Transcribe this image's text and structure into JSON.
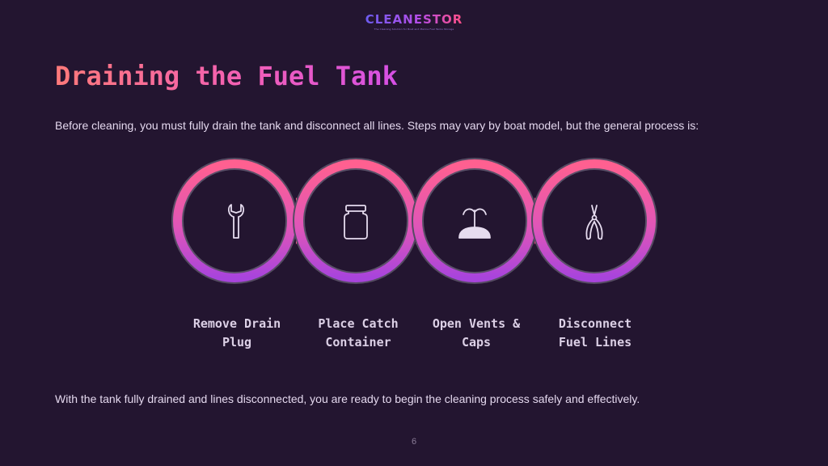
{
  "header": {
    "logo_text": "CLEANESTOR",
    "logo_tagline": "The Cleaning Solution for Boat and Marine Fuel Tanks Storage"
  },
  "slide": {
    "title": "Draining the Fuel Tank",
    "intro": "Before cleaning, you must fully drain the tank and disconnect all lines. Steps may vary by boat model, but the general process is:",
    "outro": "With the tank fully drained and lines disconnected, you are ready to begin the cleaning process safely and effectively.",
    "page_number": "6"
  },
  "steps": [
    {
      "label": "Remove Drain Plug",
      "icon": "wrench-icon"
    },
    {
      "label": "Place Catch Container",
      "icon": "jar-icon"
    },
    {
      "label": "Open Vents & Caps",
      "icon": "fountain-icon"
    },
    {
      "label": "Disconnect Fuel Lines",
      "icon": "pliers-icon"
    }
  ],
  "colors": {
    "background": "#231530",
    "accent_pink": "#ff5f8f",
    "accent_purple": "#b348dd",
    "text": "#e4d8ee"
  }
}
